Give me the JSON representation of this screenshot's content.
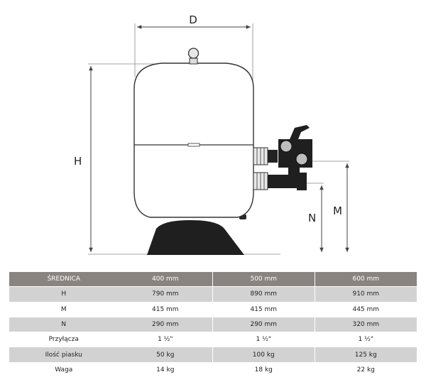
{
  "diagram": {
    "dimension_labels": {
      "D": "D",
      "H": "H",
      "M": "M",
      "N": "N"
    }
  },
  "table": {
    "headers": [
      "ŚREDNICA",
      "400 mm",
      "500 mm",
      "600 mm"
    ],
    "rows": [
      {
        "label": "H",
        "values": [
          "790 mm",
          "890 mm",
          "910 mm"
        ]
      },
      {
        "label": "M",
        "values": [
          "415 mm",
          "415 mm",
          "445 mm"
        ]
      },
      {
        "label": "N",
        "values": [
          "290 mm",
          "290 mm",
          "320 mm"
        ]
      },
      {
        "label": "Przyłącza",
        "values": [
          "1 ½\"",
          "1 ½\"",
          "1 ½\""
        ]
      },
      {
        "label": "Ilość piasku",
        "values": [
          "50 kg",
          "100 kg",
          "125 kg"
        ]
      },
      {
        "label": "Waga",
        "values": [
          "14 kg",
          "18 kg",
          "22 kg"
        ]
      }
    ]
  },
  "colors": {
    "header_bg": "#8a8481",
    "row_dark_bg": "#d2d2d2",
    "base_fill": "#1f1f1f",
    "outline": "#333333"
  }
}
